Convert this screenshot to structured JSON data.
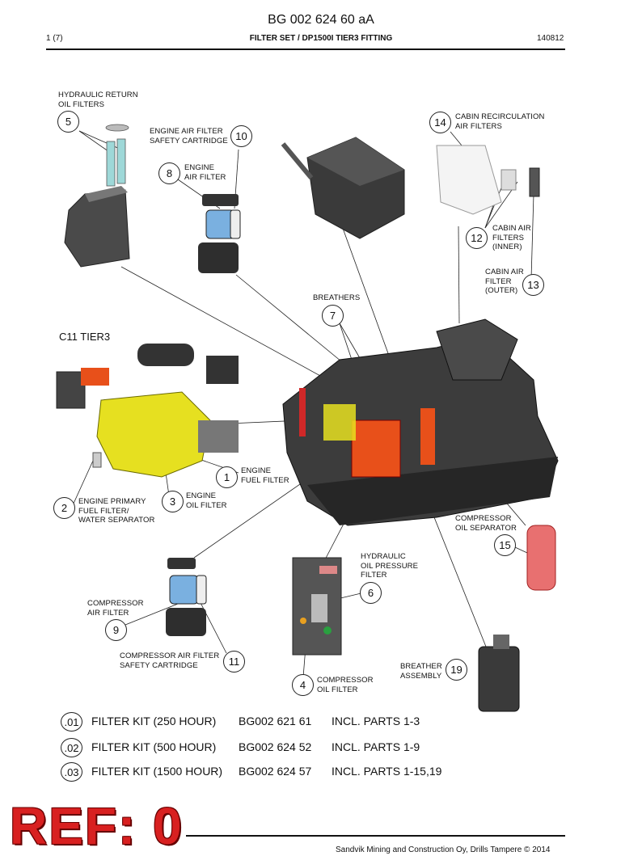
{
  "header": {
    "doc_number": "BG 002 624 60 aA",
    "page": "1 (7)",
    "title": "FILTER SET / DP1500I TIER3 FITTING",
    "date": "140812"
  },
  "engine_label": "C11 TIER3",
  "callouts": [
    {
      "num": "1",
      "label": [
        "ENGINE",
        "FUEL FILTER"
      ]
    },
    {
      "num": "2",
      "label": [
        "ENGINE PRIMARY",
        "FUEL FILTER/",
        "WATER SEPARATOR"
      ]
    },
    {
      "num": "3",
      "label": [
        "ENGINE",
        "OIL FILTER"
      ]
    },
    {
      "num": "4",
      "label": [
        "COMPRESSOR",
        "OIL FILTER"
      ]
    },
    {
      "num": "5",
      "label": [
        "HYDRAULIC RETURN",
        "OIL FILTERS"
      ]
    },
    {
      "num": "6",
      "label": [
        "HYDRAULIC",
        "OIL PRESSURE",
        "FILTER"
      ]
    },
    {
      "num": "7",
      "label": [
        "BREATHERS"
      ]
    },
    {
      "num": "8",
      "label": [
        "ENGINE",
        "AIR FILTER"
      ]
    },
    {
      "num": "9",
      "label": [
        "COMPRESSOR",
        "AIR FILTER"
      ]
    },
    {
      "num": "10",
      "label": [
        "ENGINE AIR FILTER",
        "SAFETY CARTRIDGE"
      ]
    },
    {
      "num": "11",
      "label": [
        "COMPRESSOR AIR FILTER",
        "SAFETY CARTRIDGE"
      ]
    },
    {
      "num": "12",
      "label": [
        "CABIN AIR",
        "FILTERS",
        "(INNER)"
      ]
    },
    {
      "num": "13",
      "label": [
        "CABIN AIR",
        "FILTER",
        "(OUTER)"
      ]
    },
    {
      "num": "14",
      "label": [
        "CABIN RECIRCULATION",
        "AIR FILTERS"
      ]
    },
    {
      "num": "15",
      "label": [
        "COMPRESSOR",
        "OIL SEPARATOR"
      ]
    },
    {
      "num": "19",
      "label": [
        "BREATHER",
        "ASSEMBLY"
      ]
    }
  ],
  "kits": [
    {
      "code": ".01",
      "name": "FILTER KIT (250 HOUR)",
      "part": "BG002 621 61",
      "incl": "INCL. PARTS 1-3"
    },
    {
      "code": ".02",
      "name": "FILTER KIT (500 HOUR)",
      "part": "BG002 624 52",
      "incl": "INCL. PARTS 1-9"
    },
    {
      "code": ".03",
      "name": "FILTER KIT (1500 HOUR)",
      "part": "BG002 624 57",
      "incl": "INCL. PARTS 1-15,19"
    }
  ],
  "stamp": "REF: 0",
  "footer": "Sandvik Mining and Construction Oy, Drills Tampere © 2014",
  "colors": {
    "engine": "#e6e020",
    "orange": "#e8501a",
    "red": "#d02828",
    "body": "#3a3a3a",
    "blue": "#7ab0e0",
    "teal": "#9ed8d8"
  }
}
